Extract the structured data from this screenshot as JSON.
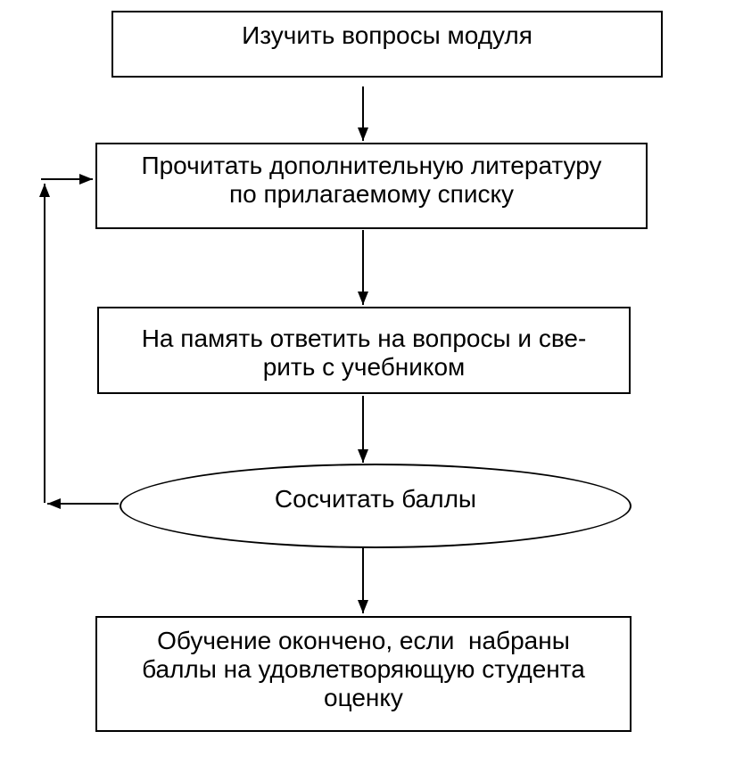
{
  "diagram": {
    "type": "flowchart",
    "background_color": "#ffffff",
    "stroke_color": "#000000",
    "text_color": "#000000",
    "nodes": [
      {
        "id": "study",
        "shape": "rect",
        "label": "Изучить вопросы модуля"
      },
      {
        "id": "read",
        "shape": "rect",
        "label": "Прочитать дополнительную литературу\nпо прилагаемому списку"
      },
      {
        "id": "answer",
        "shape": "rect",
        "label": "На память ответить на вопросы и све-\nрить с учебником"
      },
      {
        "id": "count",
        "shape": "ellipse",
        "label": "Сосчитать баллы"
      },
      {
        "id": "finish",
        "shape": "rect",
        "label": "Обучение окончено, если  набраны\nбаллы на удовлетворяющую студента\nоценку"
      }
    ],
    "edges": [
      {
        "from": "study",
        "to": "read",
        "type": "arrow-down"
      },
      {
        "from": "read",
        "to": "answer",
        "type": "arrow-down"
      },
      {
        "from": "answer",
        "to": "count",
        "type": "arrow-down"
      },
      {
        "from": "count",
        "to": "finish",
        "type": "arrow-down"
      },
      {
        "from": "count",
        "to": "read",
        "type": "feedback-loop-left"
      }
    ]
  }
}
